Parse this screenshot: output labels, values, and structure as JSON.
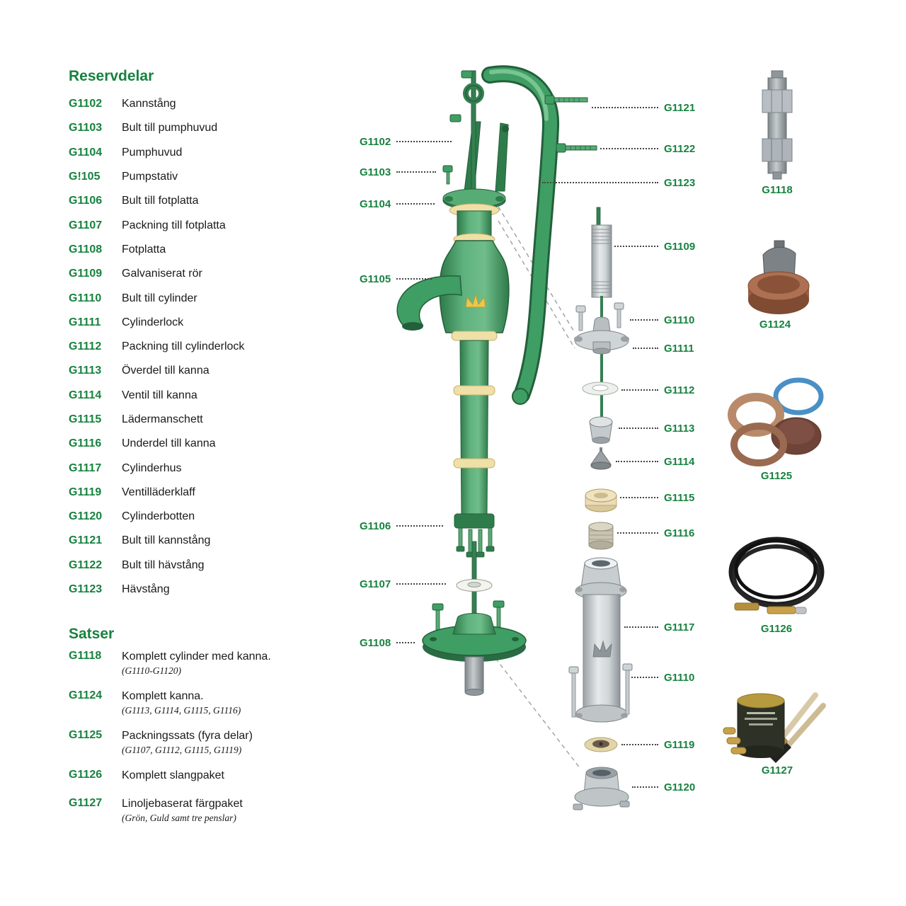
{
  "colors": {
    "accent_green": "#17823f",
    "pump_green": "#3f9e63",
    "cream": "#efe0a8",
    "metal_gray": "#b9bec2"
  },
  "reservdelar": {
    "title": "Reservdelar",
    "items": [
      {
        "code": "G1102",
        "label": "Kannstång"
      },
      {
        "code": "G1103",
        "label": "Bult till pumphuvud"
      },
      {
        "code": "G1104",
        "label": "Pumphuvud"
      },
      {
        "code": "G!105",
        "label": "Pumpstativ"
      },
      {
        "code": "G1106",
        "label": "Bult till fotplatta"
      },
      {
        "code": "G1107",
        "label": "Packning till fotplatta"
      },
      {
        "code": "G1108",
        "label": "Fotplatta"
      },
      {
        "code": "G1109",
        "label": "Galvaniserat rör"
      },
      {
        "code": "G1110",
        "label": "Bult till cylinder"
      },
      {
        "code": "G1111",
        "label": "Cylinderlock"
      },
      {
        "code": "G1112",
        "label": "Packning till cylinderlock"
      },
      {
        "code": "G1113",
        "label": "Överdel till kanna"
      },
      {
        "code": "G1114",
        "label": "Ventil till kanna"
      },
      {
        "code": "G1115",
        "label": "Lädermanschett"
      },
      {
        "code": "G1116",
        "label": "Underdel till kanna"
      },
      {
        "code": "G1117",
        "label": "Cylinderhus"
      },
      {
        "code": "G1119",
        "label": "Ventilläderklaff"
      },
      {
        "code": "G1120",
        "label": "Cylinderbotten"
      },
      {
        "code": "G1121",
        "label": "Bult till kannstång"
      },
      {
        "code": "G1122",
        "label": "Bult till hävstång"
      },
      {
        "code": "G1123",
        "label": "Hävstång"
      }
    ]
  },
  "satser": {
    "title": "Satser",
    "items": [
      {
        "code": "G1118",
        "label": "Komplett cylinder med kanna.",
        "note": "(G1110-G1120)"
      },
      {
        "code": "G1124",
        "label": "Komplett kanna.",
        "note": "(G1113, G1114, G1115, G1116)"
      },
      {
        "code": "G1125",
        "label": "Packningssats (fyra delar)",
        "note": "(G1107, G1112, G1115, G1119)"
      },
      {
        "code": "G1126",
        "label": "Komplett slangpaket",
        "note": ""
      },
      {
        "code": "G1127",
        "label": "Linoljebaserat färgpaket",
        "note": "(Grön, Guld samt tre penslar)"
      }
    ]
  },
  "callouts": {
    "left": [
      "G1102",
      "G1103",
      "G1104",
      "G1105",
      "G1106",
      "G1107",
      "G1108"
    ],
    "right": [
      "G1121",
      "G1122",
      "G1123",
      "G1109",
      "G1110",
      "G1111",
      "G1112",
      "G1113",
      "G1114",
      "G1115",
      "G1116",
      "G1117",
      "G1110",
      "G1119",
      "G1120"
    ]
  },
  "products": [
    {
      "code": "G1118"
    },
    {
      "code": "G1124"
    },
    {
      "code": "G1125"
    },
    {
      "code": "G1126"
    },
    {
      "code": "G1127"
    }
  ]
}
